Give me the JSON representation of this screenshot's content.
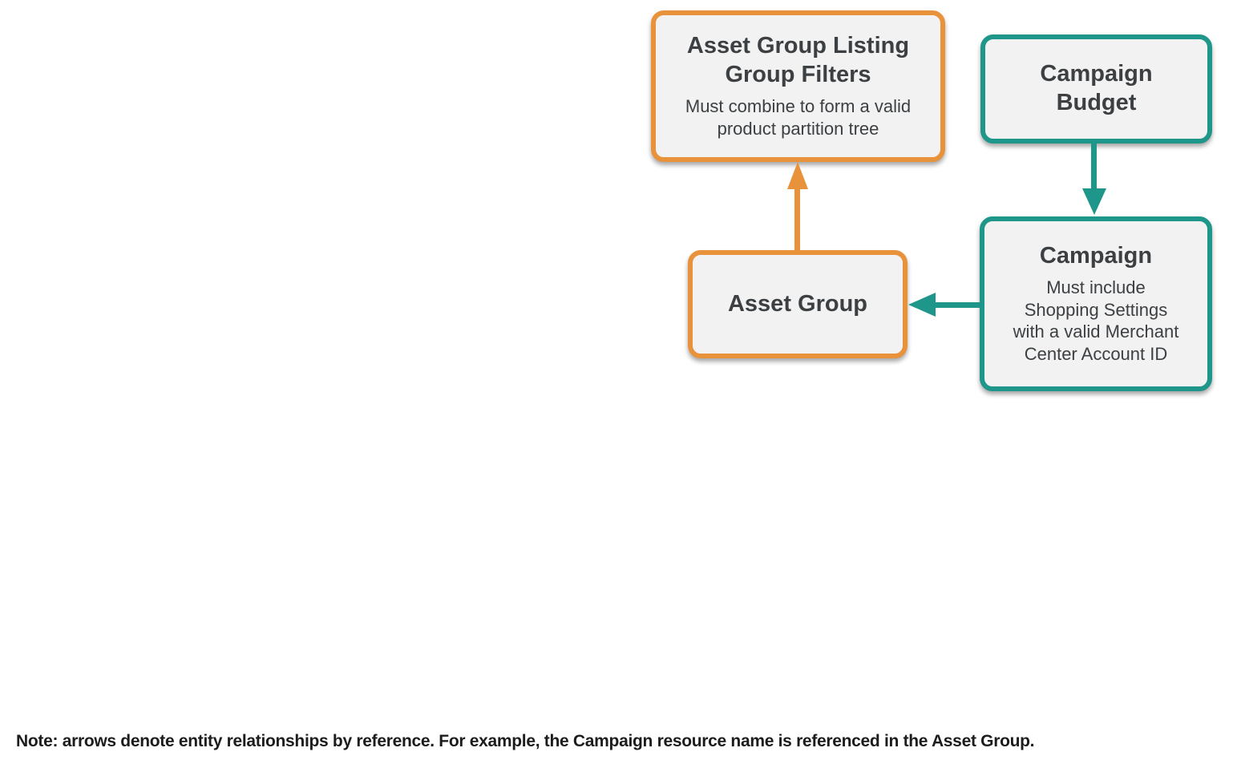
{
  "diagram": {
    "nodes": [
      {
        "id": "asset-group-listing-group-filters",
        "title": "Asset Group Listing\nGroup Filters",
        "description": "Must combine to form a valid\nproduct partition tree",
        "accent": "orange"
      },
      {
        "id": "campaign-budget",
        "title": "Campaign\nBudget",
        "description": "",
        "accent": "teal"
      },
      {
        "id": "asset-group",
        "title": "Asset Group",
        "description": "",
        "accent": "orange"
      },
      {
        "id": "campaign",
        "title": "Campaign",
        "description": "Must include\nShopping Settings\nwith a valid Merchant\nCenter Account ID",
        "accent": "teal"
      }
    ],
    "edges": [
      {
        "from": "asset-group",
        "to": "asset-group-listing-group-filters",
        "direction": "up",
        "color": "orange"
      },
      {
        "from": "campaign-budget",
        "to": "campaign",
        "direction": "down",
        "color": "teal"
      },
      {
        "from": "campaign",
        "to": "asset-group",
        "direction": "left",
        "color": "teal"
      }
    ],
    "colors": {
      "orange": "#E8923C",
      "teal": "#1E968A",
      "node_fill": "#F2F2F2",
      "node_text": "#3C4043",
      "note_text": "#1C1C1C"
    }
  },
  "note": "Note: arrows denote entity relationships by reference. For example, the Campaign resource name is referenced in the Asset Group."
}
